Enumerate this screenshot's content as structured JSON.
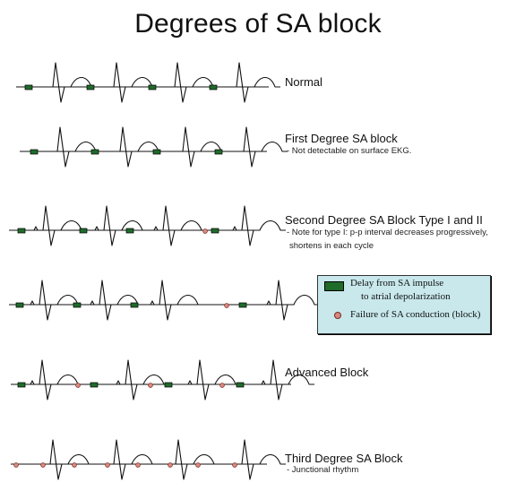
{
  "title": "Degrees of SA block",
  "rows": [
    {
      "label": "Normal",
      "notes": []
    },
    {
      "label": "First Degree SA block",
      "notes": [
        "- Not detectable on surface EKG."
      ]
    },
    {
      "label": "Second Degree SA Block Type I and II",
      "notes": [
        "- Note for type I: p-p interval decreases progressively,",
        "shortens in each cycle"
      ]
    },
    {
      "label": "",
      "notes": []
    },
    {
      "label": "Advanced Block",
      "notes": []
    },
    {
      "label": "Third Degree SA Block",
      "notes": [
        "- Junctional rhythm"
      ]
    }
  ],
  "legend": {
    "delay_line1": "Delay from SA impulse",
    "delay_line2": "to atrial depolarization",
    "failure": "Failure of SA conduction (block)"
  },
  "colors": {
    "delay_marker": "#1e6b2a",
    "block_marker": "#d9897f",
    "legend_bg": "#c8e8ec"
  }
}
